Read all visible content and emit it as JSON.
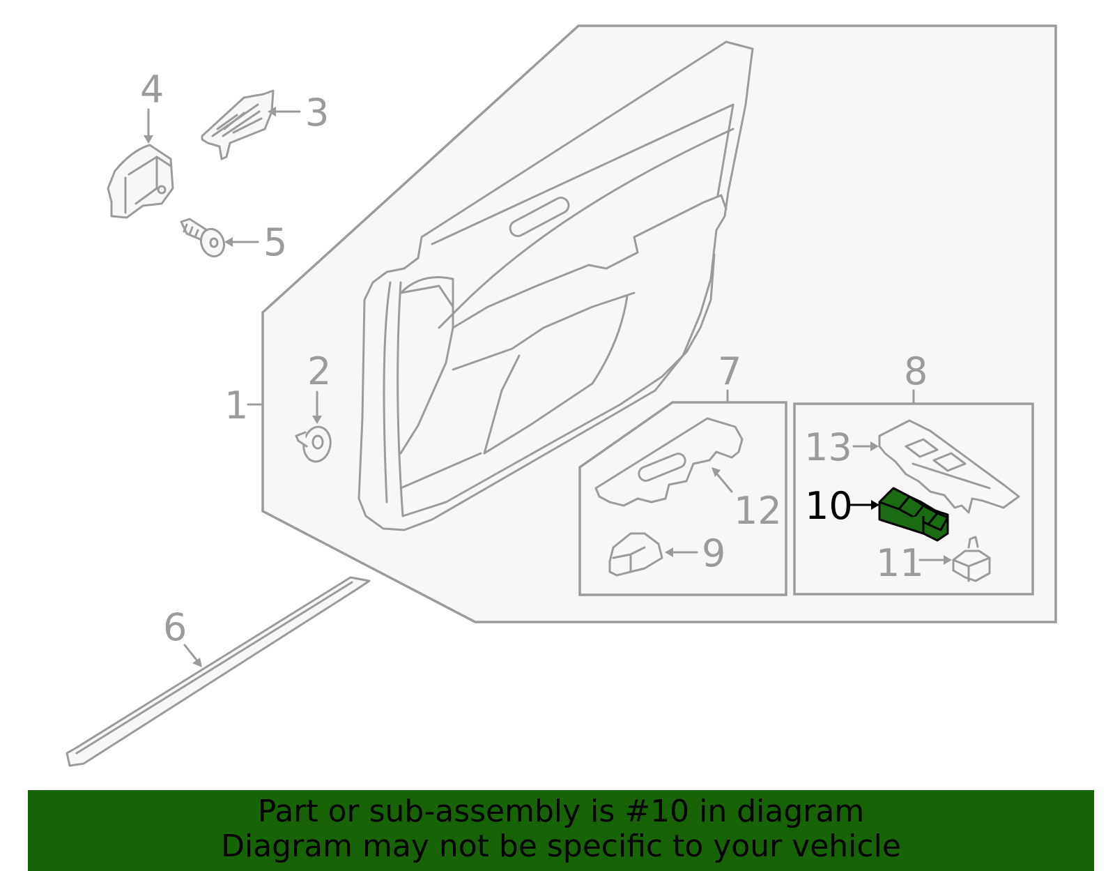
{
  "diagram": {
    "highlight_color": "#1a6b12",
    "callouts": [
      {
        "id": "1",
        "label": "1"
      },
      {
        "id": "2",
        "label": "2"
      },
      {
        "id": "3",
        "label": "3"
      },
      {
        "id": "4",
        "label": "4"
      },
      {
        "id": "5",
        "label": "5"
      },
      {
        "id": "6",
        "label": "6"
      },
      {
        "id": "7",
        "label": "7"
      },
      {
        "id": "8",
        "label": "8"
      },
      {
        "id": "9",
        "label": "9"
      },
      {
        "id": "10",
        "label": "10",
        "highlighted": true
      },
      {
        "id": "11",
        "label": "11"
      },
      {
        "id": "12",
        "label": "12"
      },
      {
        "id": "13",
        "label": "13"
      }
    ]
  },
  "banner": {
    "background": "#166405",
    "line1": "Part or sub-assembly is #10 in diagram",
    "line2": "Diagram may not be specific to your vehicle"
  }
}
